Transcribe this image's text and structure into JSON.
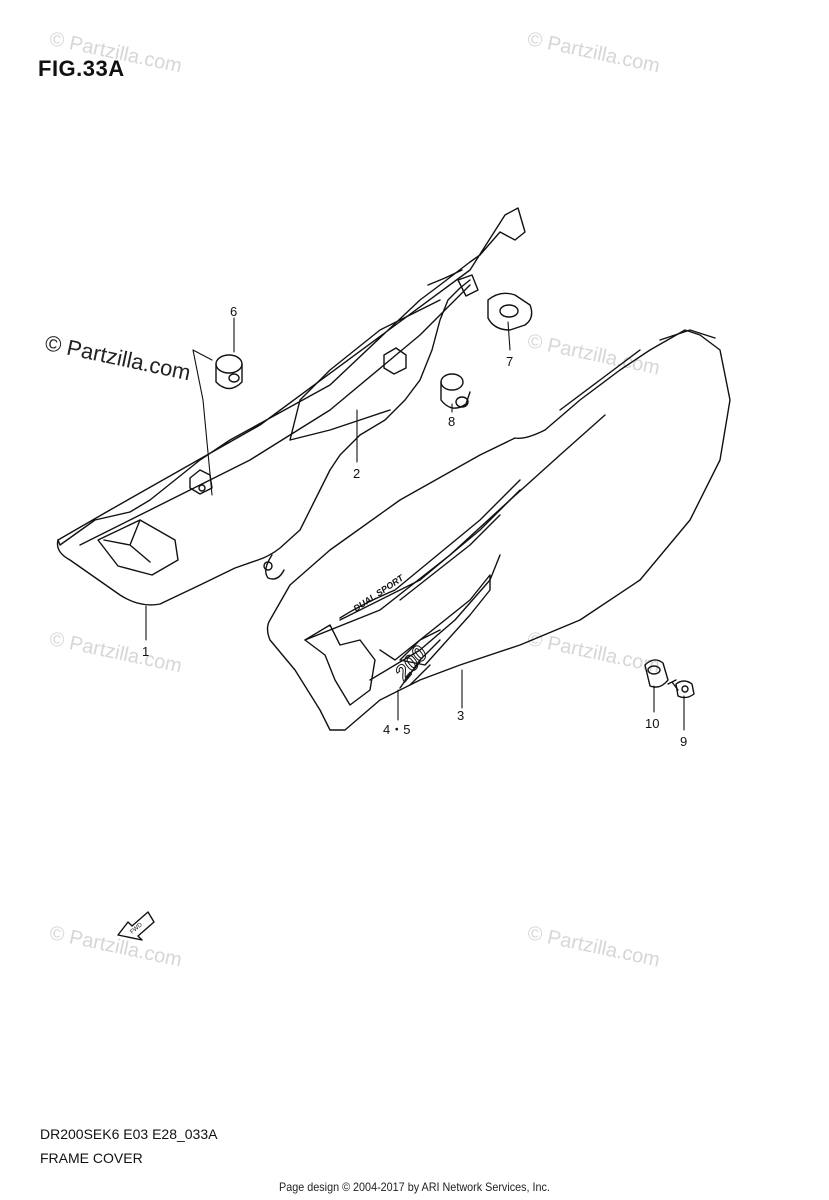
{
  "figure": {
    "title": "FIG.33A",
    "code": "DR200SEK6 E03 E28_033A",
    "name": "FRAME COVER"
  },
  "credit": "Page design © 2004-2017 by ARI Network Services, Inc.",
  "watermark": {
    "text": "© Partzilla.com"
  },
  "callouts": {
    "c1": "1",
    "c2": "2",
    "c3": "3",
    "c45": "4・5",
    "c6": "6",
    "c7": "7",
    "c8": "8",
    "c9": "9",
    "c10": "10"
  },
  "decal": {
    "brand": "DUAL SPORT",
    "model": "200"
  },
  "fwd_label": "FWD"
}
